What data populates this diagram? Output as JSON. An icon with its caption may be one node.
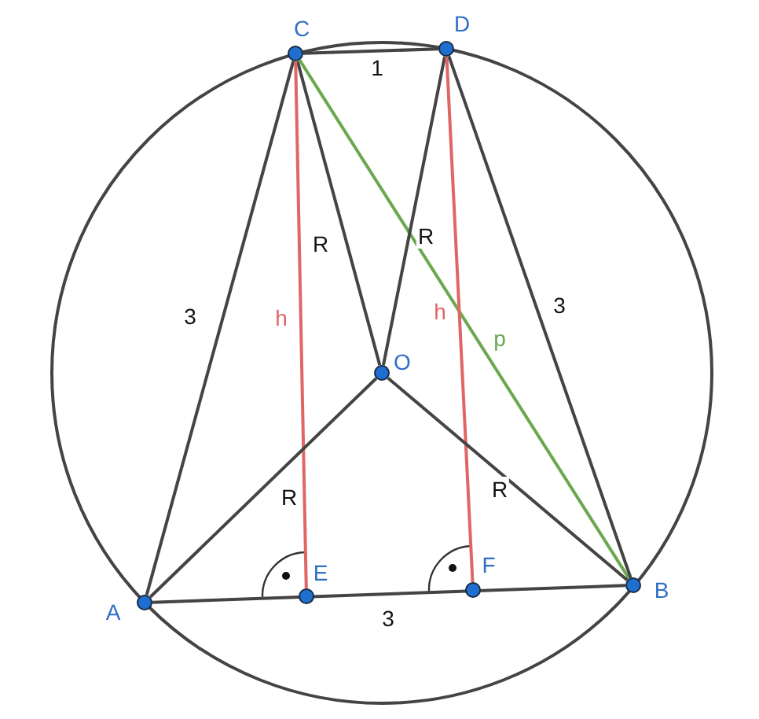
{
  "diagram": {
    "nodes": [
      {
        "text": [],
        "shape": "circle",
        "beside": [
          "C"
        ]
      },
      {
        "text": [],
        "shape": "circle",
        "beside": [
          "D"
        ]
      },
      {
        "text": [],
        "shape": "circle",
        "beside": [
          "O"
        ]
      },
      {
        "text": [],
        "shape": "circle",
        "beside": [
          "A"
        ]
      },
      {
        "text": [],
        "shape": "circle",
        "beside": [
          "E"
        ]
      },
      {
        "text": [],
        "shape": "circle",
        "beside": [
          "F"
        ]
      },
      {
        "text": [],
        "shape": "circle",
        "beside": [
          "B"
        ]
      }
    ],
    "edges": [
      {
        "from": 0,
        "to": 1,
        "arrow": "none",
        "label": "1"
      },
      {
        "from": 3,
        "to": 0,
        "arrow": "none",
        "label": "3"
      },
      {
        "from": 0,
        "to": 2,
        "arrow": "none",
        "label": "R"
      },
      {
        "from": 0,
        "to": 4,
        "arrow": "none",
        "label": "h",
        "color": "#e06666"
      },
      {
        "from": 0,
        "to": 6,
        "arrow": "none",
        "label": "p",
        "color": "#6aa84f"
      },
      {
        "from": 1,
        "to": 2,
        "arrow": "none",
        "label": "R"
      },
      {
        "from": 1,
        "to": 5,
        "arrow": "none",
        "label": "h",
        "color": "#e06666"
      },
      {
        "from": 1,
        "to": 6,
        "arrow": "none",
        "label": "3"
      },
      {
        "from": 3,
        "to": 2,
        "arrow": "none",
        "label": "R"
      },
      {
        "from": 2,
        "to": 6,
        "arrow": "none",
        "label": "R"
      },
      {
        "from": 3,
        "to": 6,
        "arrow": "none",
        "label": "3"
      }
    ]
  }
}
